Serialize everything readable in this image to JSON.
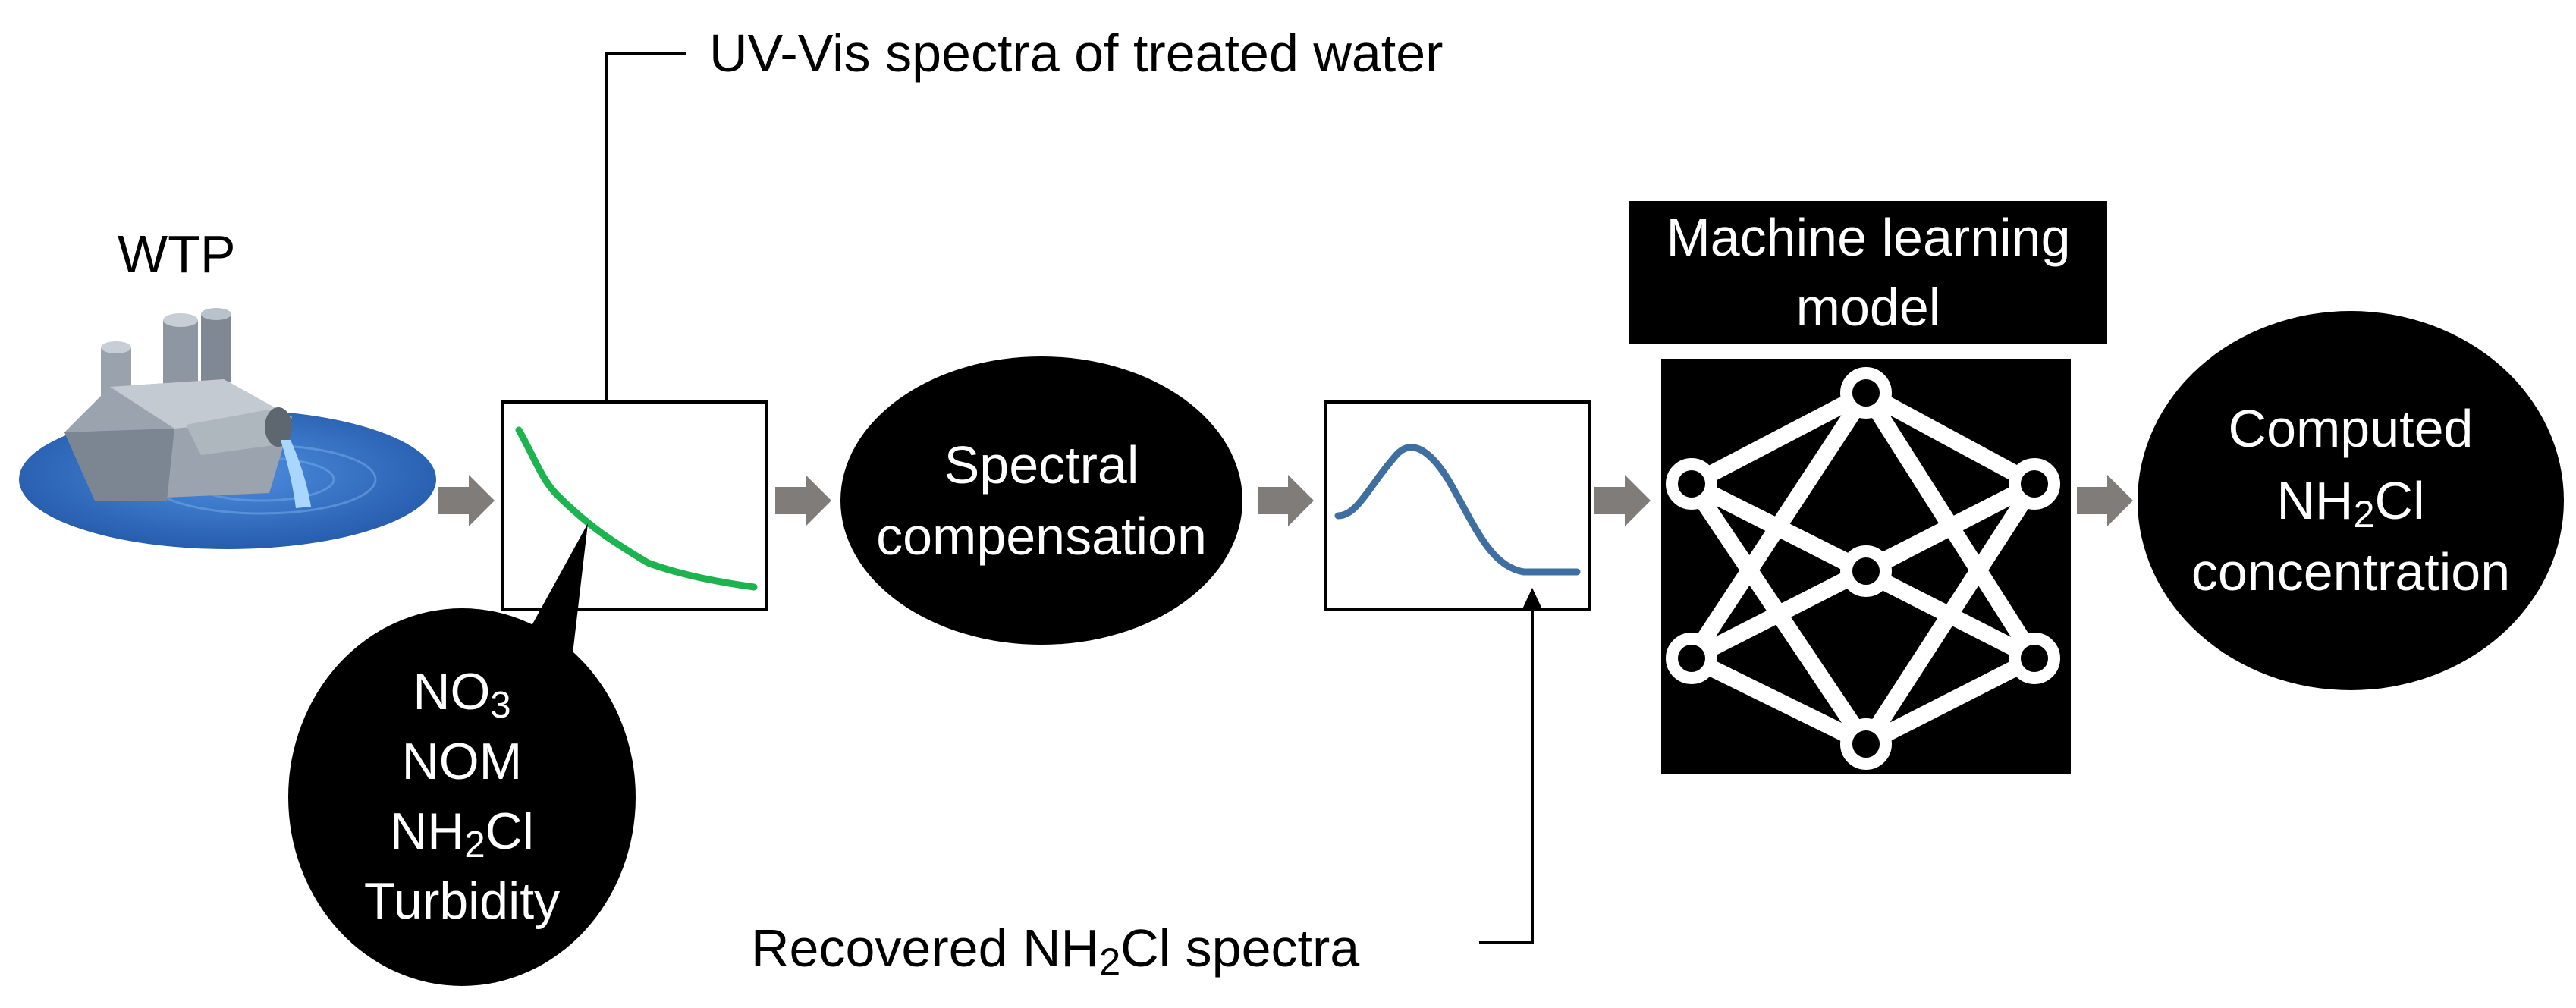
{
  "labels": {
    "wtp": "WTP",
    "uv_vis": "UV-Vis spectra of treated water",
    "recovered_prefix": "Recovered NH",
    "recovered_sub": "2",
    "recovered_suffix": "Cl spectra"
  },
  "interferents": {
    "no3_main": "NO",
    "no3_sub": "3",
    "nom": "NOM",
    "nh2cl_main": "NH",
    "nh2cl_sub": "2",
    "nh2cl_tail": "Cl",
    "turbidity": "Turbidity"
  },
  "spectral_compensation": {
    "line1": "Spectral",
    "line2": "compensation"
  },
  "ml_model": {
    "title_line1": "Machine learning",
    "title_line2": "model"
  },
  "output": {
    "line1": "Computed",
    "line2_main": "NH",
    "line2_sub": "2",
    "line2_tail": "Cl",
    "line3": "concentration"
  },
  "colors": {
    "uv_curve": "#1db34f",
    "recovered_curve": "#3f6fa0",
    "flow_arrow": "#7f7c7a",
    "water": "#2f6fc4",
    "plant": "#8a94a2"
  },
  "icons": {
    "plant": "water-treatment-plant-icon",
    "network": "neural-network-icon",
    "flow": "flow-arrow-icon"
  }
}
